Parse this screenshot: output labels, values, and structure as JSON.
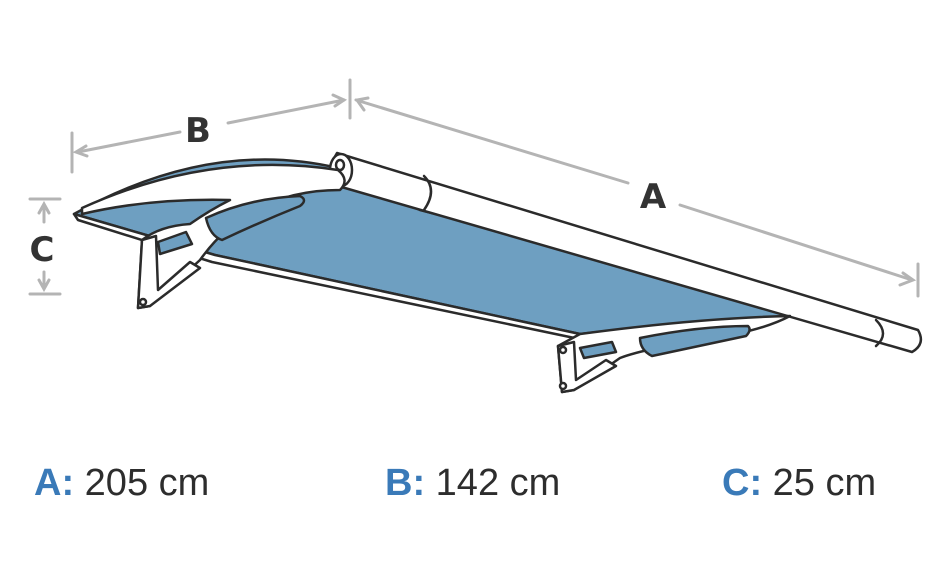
{
  "dimension_letters": {
    "a": "A",
    "b": "B",
    "c": "C"
  },
  "legend": [
    {
      "key": "A:",
      "value": "205 cm"
    },
    {
      "key": "B:",
      "value": "142 cm"
    },
    {
      "key": "C:",
      "value": "25 cm"
    }
  ],
  "colors": {
    "canopy_fill": "#6e9fc1",
    "outline": "#2b2b2b",
    "dimension_line": "#b4b4b4",
    "legend_key": "#3a7ab8",
    "text": "#2d2d2d"
  }
}
